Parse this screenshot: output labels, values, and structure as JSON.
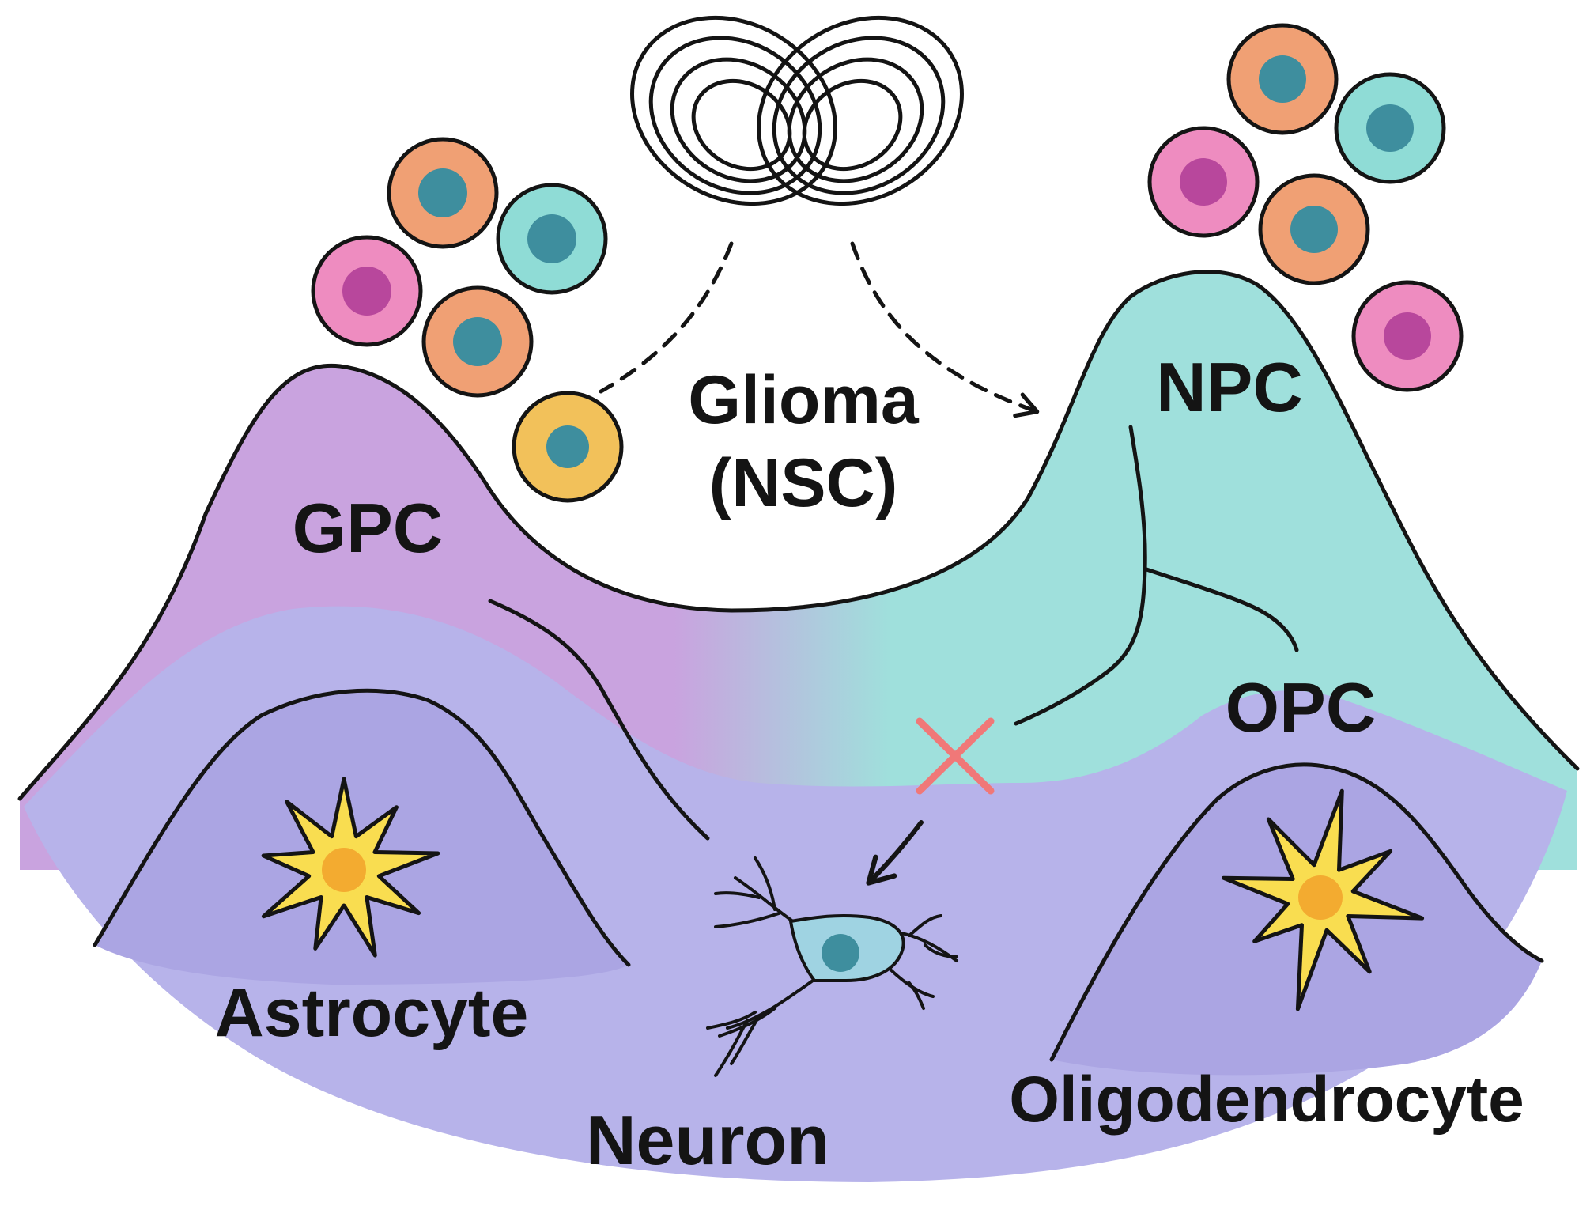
{
  "colors": {
    "gpc_region": "#c9a3df",
    "npc_region": "#9fe0dc",
    "base_lavender": "#b7b3ea",
    "inner_hill": "#aba5e3",
    "outline": "#141414",
    "cell_orange": "#f0a074",
    "cell_cyan": "#8fdcd6",
    "cell_pink": "#ee8cc0",
    "cell_yellow": "#f2c15a",
    "nucleus_teal": "#3e8e9e",
    "nucleus_magenta": "#b8479c",
    "astro_fill": "#f9dd50",
    "astro_core": "#f3ab30",
    "neuron_body": "#9fd3e2",
    "block_mark": "#f07878"
  },
  "icons": {
    "attractor": "strange-attractor-icon",
    "astrocyte": "astrocyte-icon",
    "oligodendrocyte": "oligodendrocyte-icon",
    "neuron": "neuron-icon",
    "block": "x-mark-icon"
  },
  "labels": {
    "glioma_line1": "Glioma",
    "glioma_line2": "(NSC)",
    "gpc": "GPC",
    "npc": "NPC",
    "opc": "OPC",
    "astrocyte": "Astrocyte",
    "neuron": "Neuron",
    "oligodendrocyte": "Oligodendrocyte"
  },
  "cell_clusters": {
    "left": [
      "orange",
      "cyan",
      "pink",
      "orange",
      "yellow"
    ],
    "right": [
      "orange",
      "cyan",
      "pink",
      "orange",
      "pink"
    ]
  }
}
